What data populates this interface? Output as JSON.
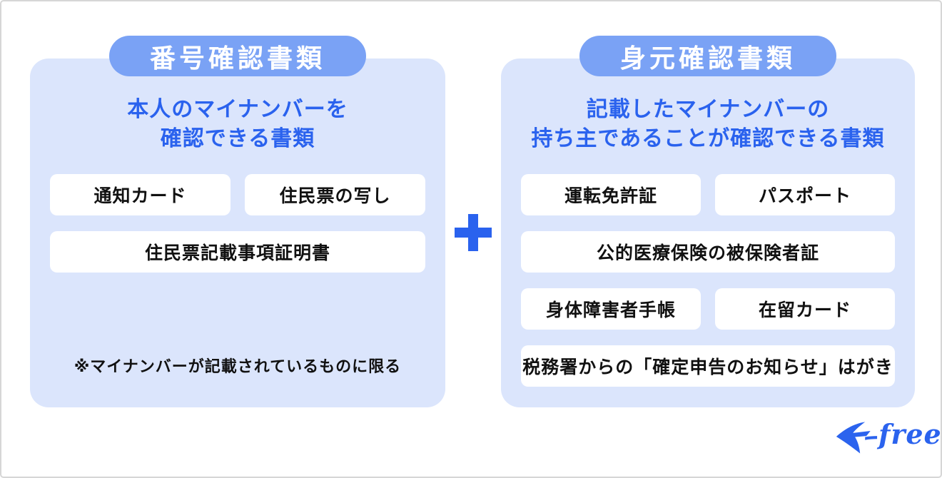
{
  "colors": {
    "page_border": "#d6d6d6",
    "panel_bg": "#dbe5fc",
    "badge_bg": "#7aa2f5",
    "badge_text": "#ffffff",
    "heading_text": "#2a62ee",
    "chip_bg": "#ffffff",
    "chip_text": "#111111",
    "plus": "#2a62ee",
    "logo_blue": "#2b63ee"
  },
  "left_panel": {
    "badge": "番号確認書類",
    "heading": [
      "本人のマイナンバーを",
      "確認できる書類"
    ],
    "chips": [
      "通知カード",
      "住民票の写し",
      "住民票記載事項証明書"
    ],
    "note": "※マイナンバーが記載されているものに限る"
  },
  "right_panel": {
    "badge": "身元確認書類",
    "heading": [
      "記載したマイナンバーの",
      "持ち主であることが確認できる書類"
    ],
    "chips": [
      "運転免許証",
      "パスポート",
      "公的医療保険の被保険者証",
      "身体障害者手帳",
      "在留カード",
      "税務署からの「確定申告のお知らせ」はがき"
    ]
  },
  "separator": {
    "icon": "plus-icon"
  },
  "logo": {
    "icon": "swallow-icon",
    "text": "freee"
  }
}
